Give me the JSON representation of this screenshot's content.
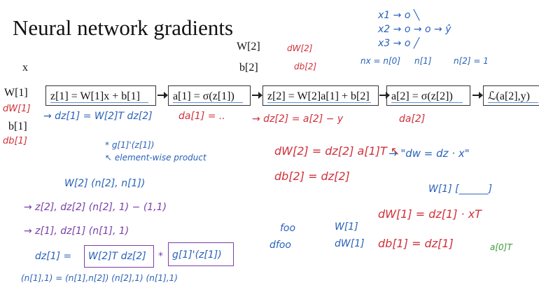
{
  "title": "Neural network gradients",
  "graph": {
    "inputs": {
      "x": "x",
      "w1": "W[1]",
      "b1": "b[1]",
      "w2": "W[2]",
      "b2": "b[2]"
    },
    "boxes": [
      "z[1] = W[1]x + b[1]",
      "a[1] = σ(z[1])",
      "z[2] = W[2]a[1] + b[2]",
      "a[2] = σ(z[2])",
      "ℒ(a[2],y)"
    ]
  },
  "notes": {
    "net_diagram": [
      "x1 → o ╲",
      "x2 → o → o → ŷ",
      "x3 → o ╱"
    ],
    "sizes": [
      "nx = n[0]",
      "n[1]",
      "n[2] = 1"
    ],
    "dw2": "dW[2]",
    "db2_top": "db[2]",
    "dw1": "dW[1]",
    "db1": "db[1]",
    "dz1": "→ dz[1] = W[2]T dz[2]",
    "da1": "da[1] = ..",
    "dz2": "→ dz[2] = a[2] − y",
    "da2": "da[2]",
    "hadamard": "* g[1]'(z[1])",
    "elementwise": "↖ element-wise product",
    "w2_shape": "W[2]    (n[2], n[1])",
    "z2_shape": "→ z[2], dz[2]    (n[2], 1)  − (1,1)",
    "z1_shape": "→ z[1], dz[1]    (n[1], 1)",
    "dz1_formula_lhs": "dz[1] =",
    "dz1_formula_a": "W[2]T dz[2]",
    "dz1_formula_star": "*",
    "dz1_formula_b": "g[1]'(z[1])",
    "bottom_cut": "(n[1],1) = (n[1],n[2]) (n[2],1)  (n[1],1)",
    "dw2_eq": "dW[2] = dz[2] a[1]T ↖",
    "db2_eq": "db[2] = dz[2]",
    "dw_general": "→ \"dw = dz · x\"",
    "w_bracket": "W[1] [______]",
    "foo": "foo",
    "dfoo": "dfoo",
    "w1_label": "W[1]",
    "dw1_label": "dW[1]",
    "dw1_eq": "dW[1] = dz[1] · xT",
    "db1_eq": "db[1] = dz[1]",
    "a0t": "a[0]T"
  }
}
